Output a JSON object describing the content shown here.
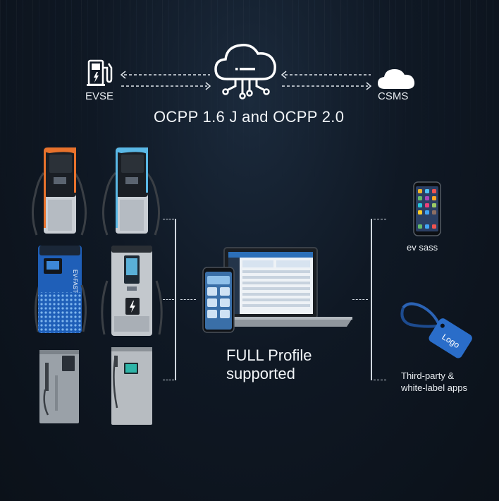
{
  "header": {
    "evse_label": "EVSE",
    "csms_label": "CSMS",
    "protocol_title": "OCPP 1.6 J and OCPP 2.0"
  },
  "center": {
    "line1": "FULL Profile",
    "line2": "supported"
  },
  "right": {
    "app_label": "ev sass",
    "third_party_line1": "Third-party &",
    "third_party_line2": "white-label apps",
    "tag_logo_text": "Logo"
  },
  "chargers": {
    "ev_fast_text": "EV-FAST"
  }
}
